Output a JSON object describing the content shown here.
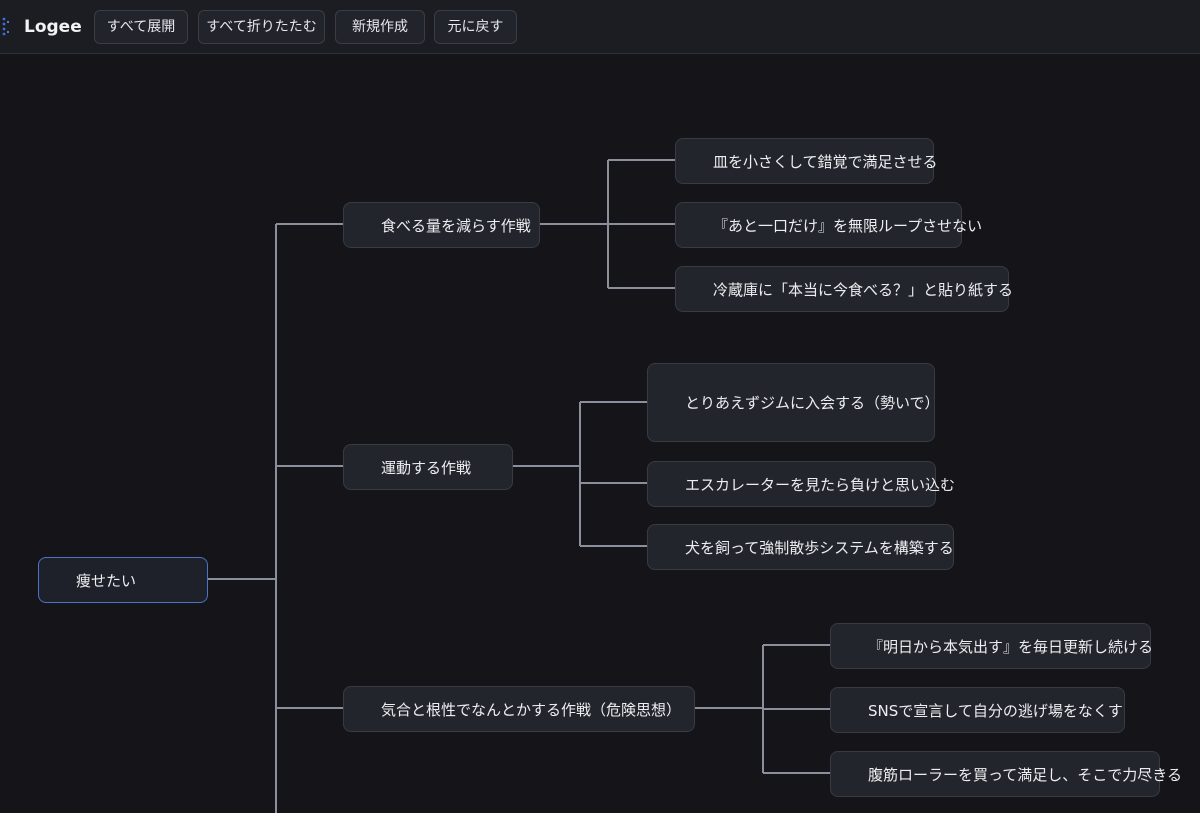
{
  "toolbar": {
    "app_title": "Logee",
    "expand_all": "すべて展開",
    "collapse_all": "すべて折りたたむ",
    "new_map": "新規作成",
    "undo": "元に戻す"
  },
  "mindmap": {
    "root": "痩せたい",
    "branches": [
      {
        "label": "食べる量を減らす作戦",
        "children": [
          "皿を小さくして錯覚で満足させる",
          "『あと一口だけ』を無限ループさせない",
          "冷蔵庫に「本当に今食べる？」と貼り紙する"
        ]
      },
      {
        "label": "運動する作戦",
        "children": [
          "とりあえずジムに入会する（勢いで）",
          "エスカレーターを見たら負けと思い込む",
          "犬を飼って強制散歩システムを構築する"
        ]
      },
      {
        "label": "気合と根性でなんとかする作戦（危険思想）",
        "children": [
          "『明日から本気出す』を毎日更新し続ける",
          "SNSで宣言して自分の逃げ場をなくす",
          "腹筋ローラーを買って満足し、そこで力尽きる"
        ]
      }
    ]
  },
  "colors": {
    "edge": "#8b8f9c",
    "root_border": "#4b74c6",
    "icon_accent": "#3b6fd1"
  }
}
